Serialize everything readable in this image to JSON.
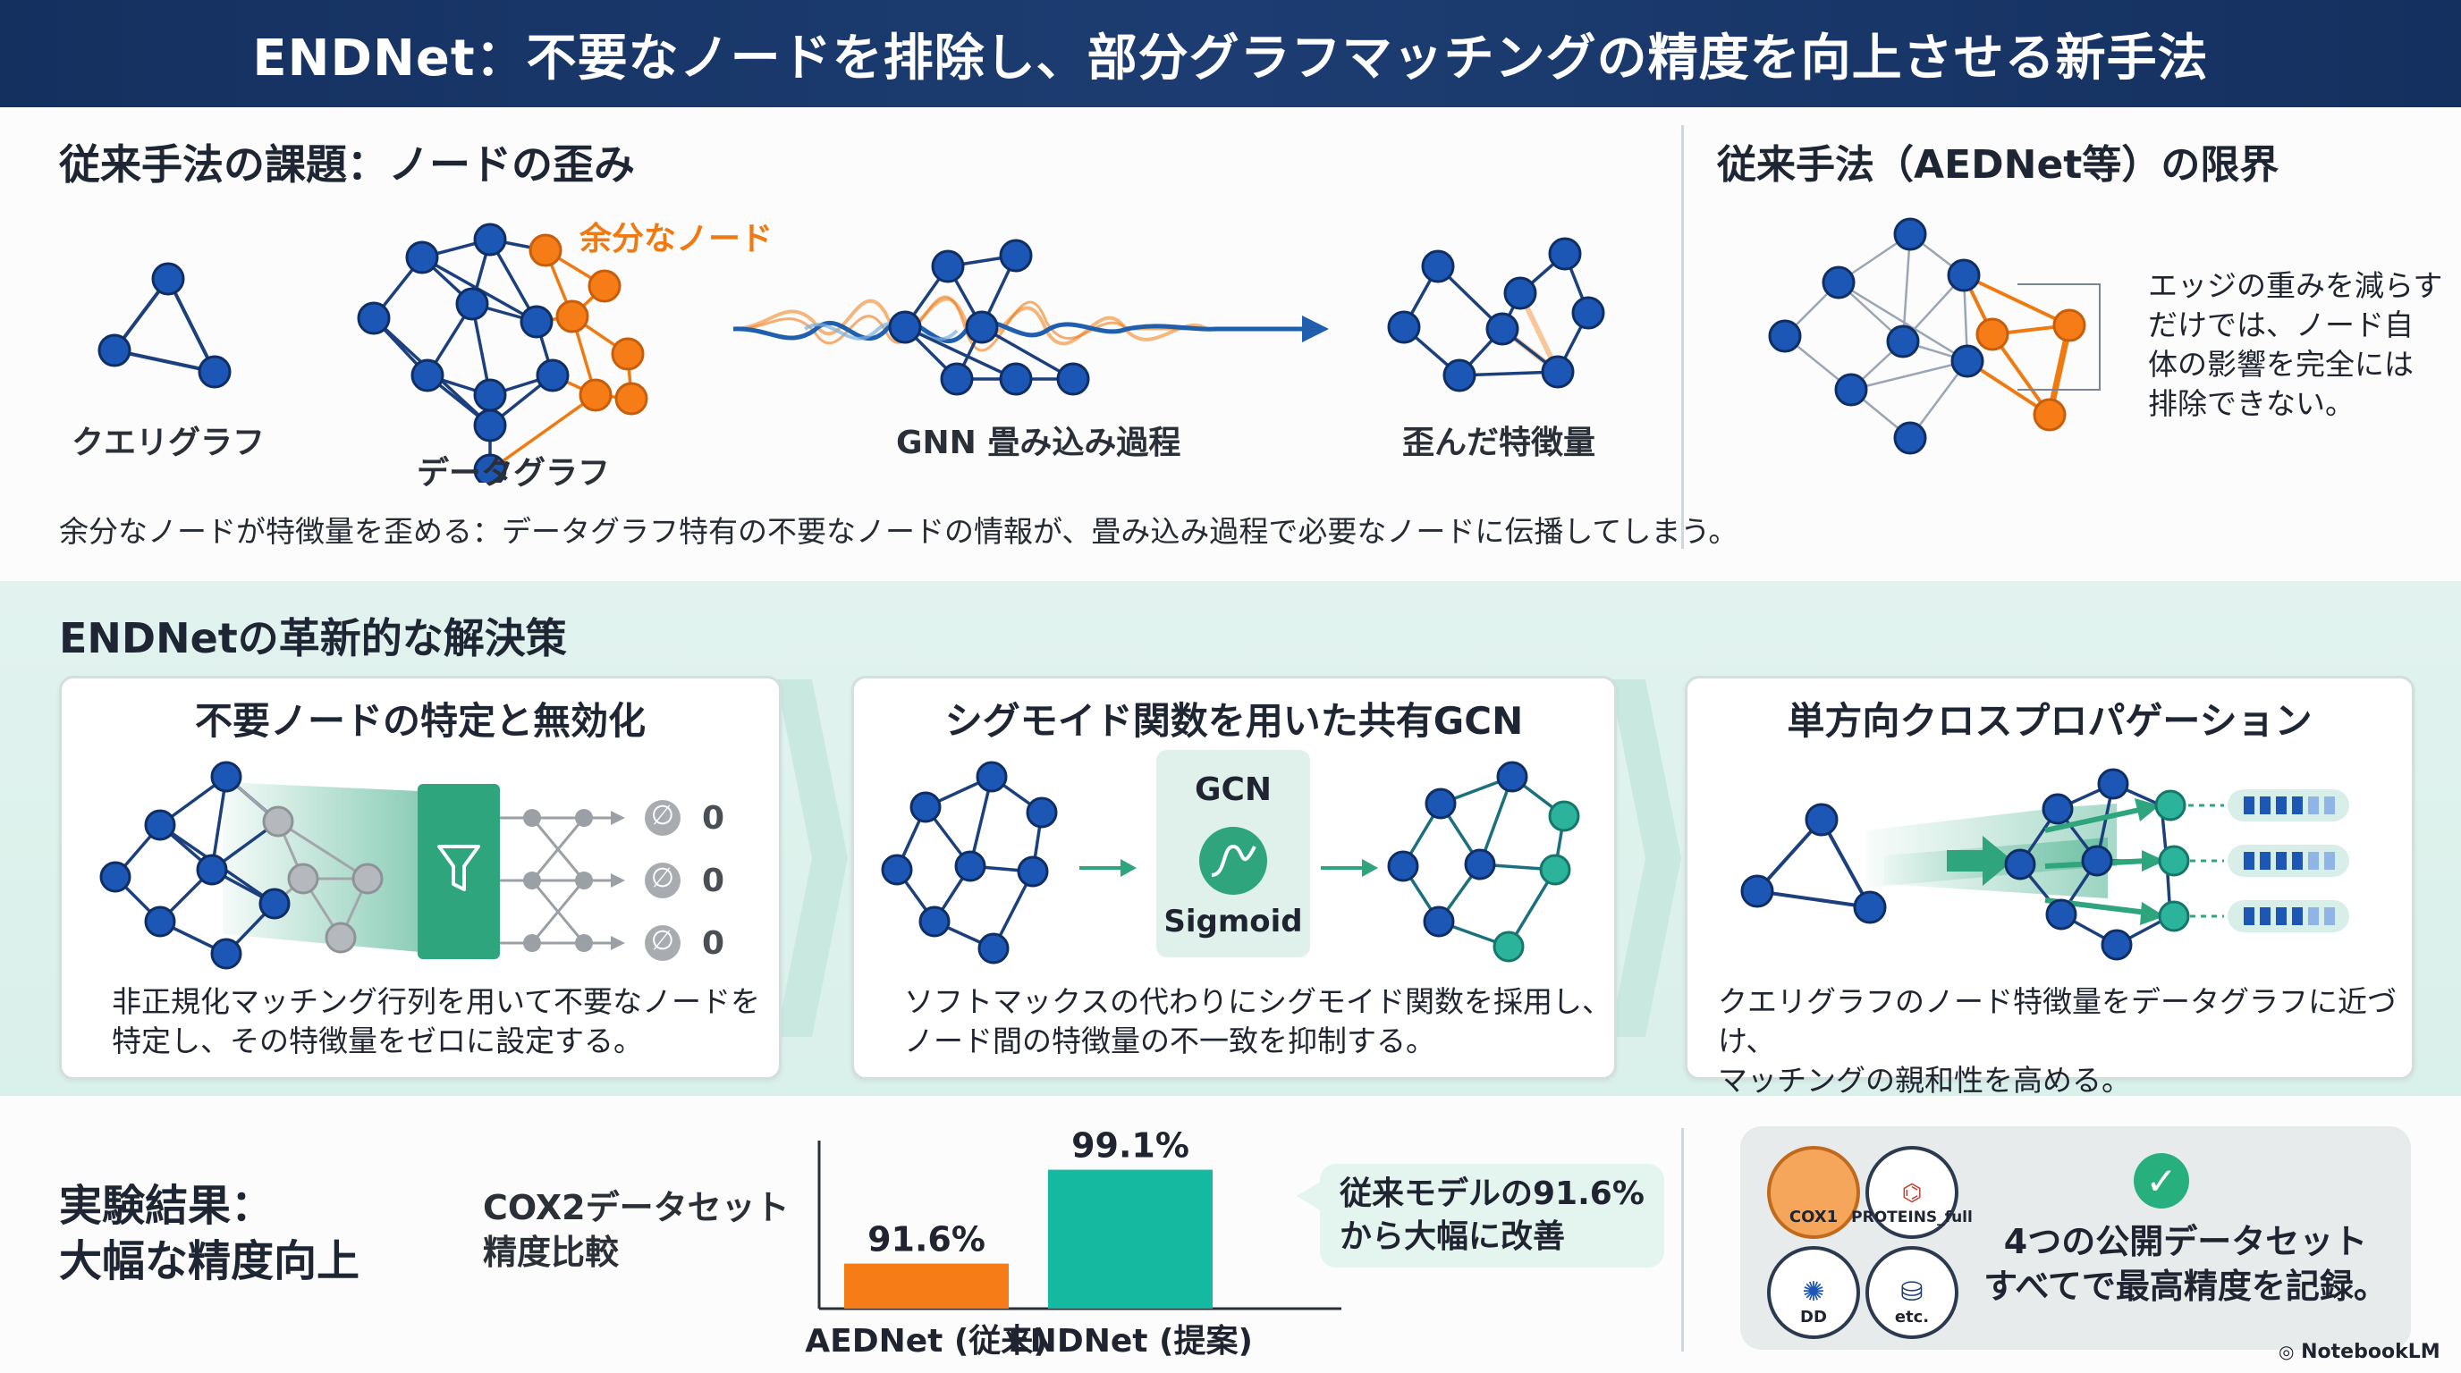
{
  "header": {
    "title": "ENDNet：不要なノードを排除し、部分グラフマッチングの精度を向上させる新手法"
  },
  "problem": {
    "heading": "従来手法の課題：ノードの歪み",
    "query_label": "クエリグラフ",
    "data_label": "データグラフ",
    "extra_nodes_label": "余分なノード",
    "gnn_label": "GNN 畳み込み過程",
    "distorted_label": "歪んだ特徴量",
    "caption": "余分なノードが特徴量を歪める：データグラフ特有の不要なノードの情報が、畳み込み過程で必要なノードに伝播してしまう。"
  },
  "limitation": {
    "heading": "従来手法（AEDNet等）の限界",
    "text_lines": [
      "エッジの重みを減らす",
      "だけでは、ノード自",
      "体の影響を完全には",
      "排除できない。"
    ]
  },
  "solution": {
    "heading": "ENDNetの革新的な解決策",
    "cards": [
      {
        "title": "不要ノードの特定と無効化",
        "desc_lines": [
          "非正規化マッチング行列を用いて不要なノードを",
          "特定し、その特徴量をゼロに設定する。"
        ],
        "zero_values": [
          "0",
          "0",
          "0"
        ]
      },
      {
        "title": "シグモイド関数を用いた共有GCN",
        "gcn_label": "GCN",
        "sigmoid_label": "Sigmoid",
        "desc_lines": [
          "ソフトマックスの代わりにシグモイド関数を採用し、",
          "ノード間の特徴量の不一致を抑制する。"
        ]
      },
      {
        "title": "単方向クロスプロパゲーション",
        "desc_lines": [
          "クエリグラフのノード特徴量をデータグラフに近づけ、",
          "マッチングの親和性を高める。"
        ]
      }
    ]
  },
  "results": {
    "heading_lines": [
      "実験結果：",
      "大幅な精度向上"
    ],
    "dataset_lines": [
      "COX2データセット",
      "精度比較"
    ],
    "improvement_lines": [
      "従来モデルの91.6%",
      "から大幅に改善"
    ],
    "summary_lines": [
      "4つの公開データセット",
      "すべてで最高精度を記録。"
    ],
    "datasets": [
      "COX1",
      "PROTEINS_full",
      "DD",
      "etc."
    ]
  },
  "chart_data": {
    "type": "bar",
    "categories": [
      "AEDNet (従来)",
      "ENDNet (提案)"
    ],
    "values": [
      91.6,
      99.1
    ],
    "value_labels": [
      "91.6%",
      "99.1%"
    ],
    "colors": [
      "#f57c17",
      "#15b9a0"
    ],
    "ylim": [
      88,
      100
    ],
    "grid": false
  },
  "colors": {
    "banner": "#14305f",
    "node_blue": "#1c57b5",
    "node_orange": "#f57c17",
    "accent_green": "#2ea57c",
    "teal": "#15b9a0"
  },
  "footer": {
    "brand": "NotebookLM"
  }
}
